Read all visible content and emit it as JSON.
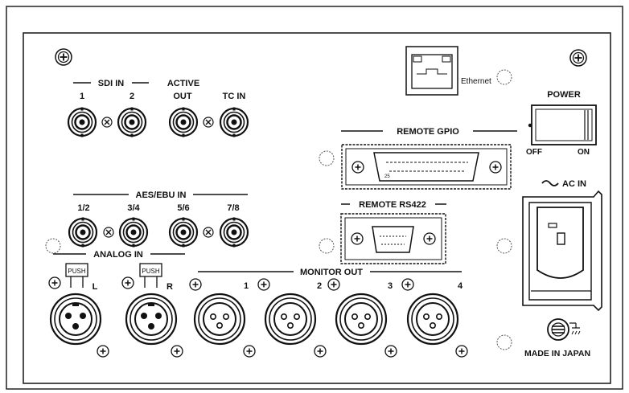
{
  "sections": {
    "sdi_in": "SDI IN",
    "active": "ACTIVE",
    "aes_ebu_in": "AES/EBU IN",
    "analog_in": "ANALOG IN",
    "monitor_out": "MONITOR OUT",
    "remote_gpio": "REMOTE GPIO",
    "remote_rs422": "REMOTE RS422",
    "ethernet": "Ethernet",
    "power": "POWER",
    "ac_in": "AC IN",
    "made_in": "MADE IN JAPAN"
  },
  "sdi": {
    "ch1": "1",
    "ch2": "2"
  },
  "active_cols": {
    "out": "OUT",
    "tc_in": "TC IN"
  },
  "aes": {
    "c1": "1/2",
    "c2": "3/4",
    "c3": "5/6",
    "c4": "7/8"
  },
  "analog": {
    "push": "PUSH",
    "left": "L",
    "right": "R"
  },
  "monitor": {
    "m1": "1",
    "m2": "2",
    "m3": "3",
    "m4": "4"
  },
  "power_switch": {
    "off": "OFF",
    "on": "ON"
  },
  "gpio_pin": "25"
}
